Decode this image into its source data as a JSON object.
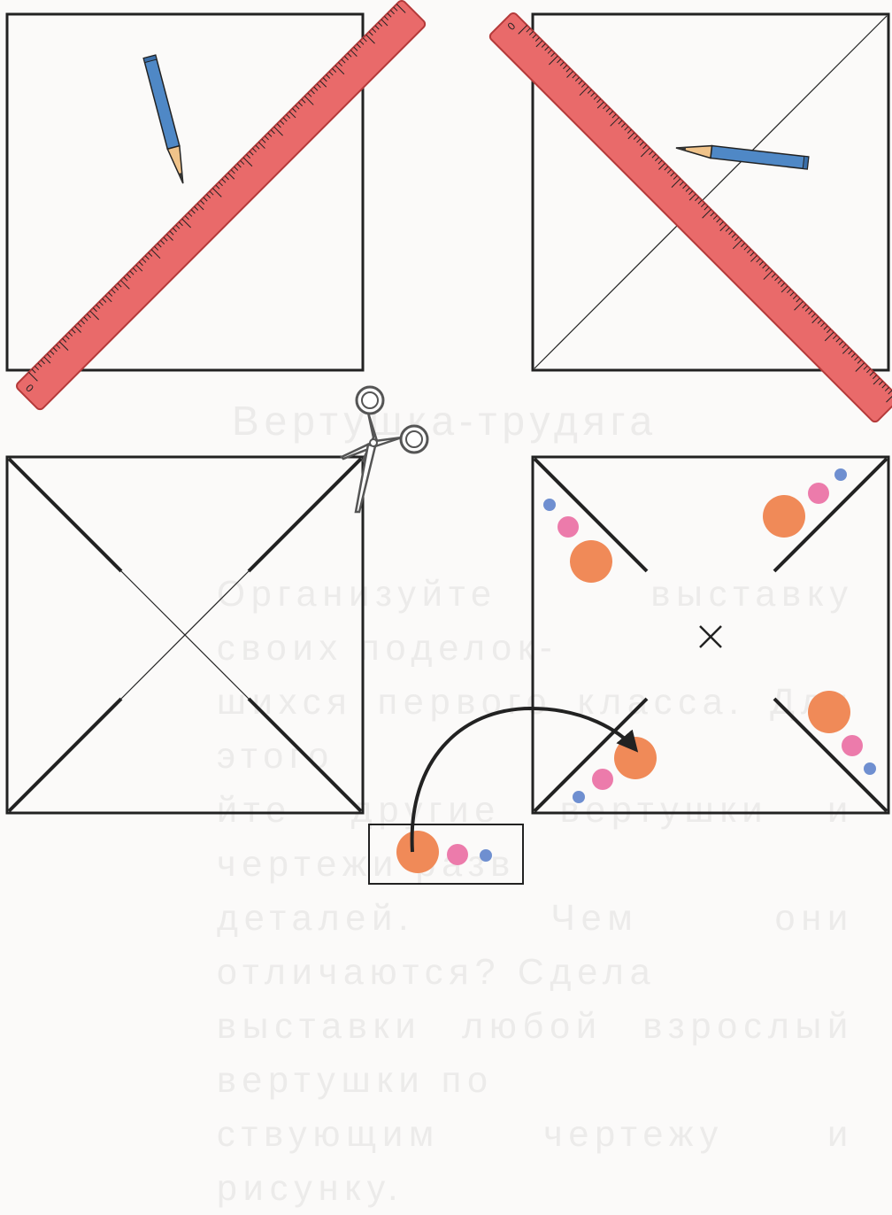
{
  "panels": [
    {
      "id": "step-1-draw-diagonal",
      "caption": ""
    },
    {
      "id": "step-2-second-diagonal",
      "caption": ""
    },
    {
      "id": "step-3-cut-diagonals",
      "caption": ""
    },
    {
      "id": "step-4-pinwheel-markings",
      "caption": ""
    }
  ],
  "ruler_zero_mark": "0",
  "tools": [
    "ruler-icon",
    "pencil-icon",
    "scissors-icon"
  ],
  "colors": {
    "ruler": "#e96a6a",
    "ruler_edge": "#b43a3a",
    "pencil_body": "#4f88c6",
    "pencil_wood": "#f0c38a",
    "dot_large": "#f08a58",
    "dot_medium": "#ec7bab",
    "dot_small": "#6f8fd0",
    "line": "#222222"
  },
  "bleed_through": {
    "title": "Вертушка-трудяга",
    "text": "Организуйте выставку своих поделок-\nшихся первого класса. Для этого\nйте другие вертушки и чертежи разв\nдеталей. Чем они отличаются? Сдела\nвыставки любой взрослый вертушки по\nствующим чертежу и рисунку."
  }
}
